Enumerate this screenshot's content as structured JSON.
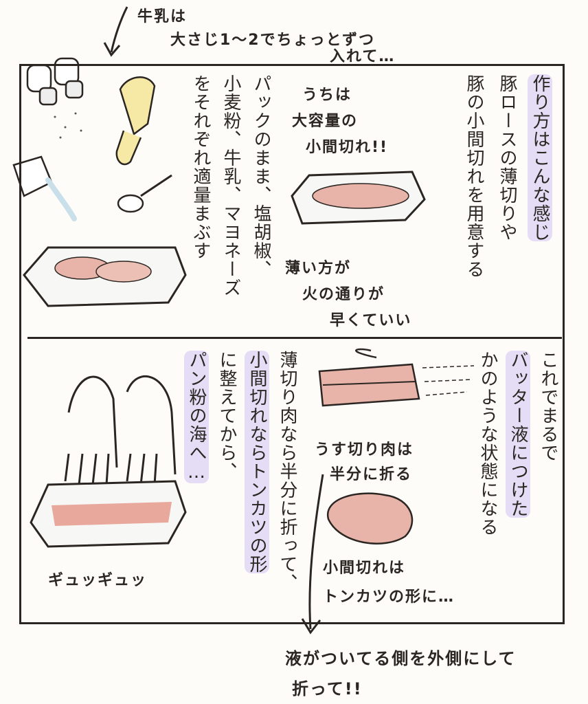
{
  "top_note": {
    "line1": "牛乳は",
    "line2": "大さじ1〜2でちょっとずつ",
    "line3": "入れて…"
  },
  "panel1": {
    "heading": "作り方はこんな感じ",
    "body_line1": "豚ロースの薄切りや",
    "body_line2": "豚の小間切れを用意する",
    "note_bulk_line1": "うちは",
    "note_bulk_line2": "大容量の",
    "note_bulk_line3": "小間切れ!!",
    "note_thin_line1": "薄い方が",
    "note_thin_line2": "火の通りが",
    "note_thin_line3": "早くていい"
  },
  "panel2": {
    "line1": "パックのまま、塩胡椒、",
    "line2": "小麦粉、牛乳、マヨネーズ",
    "line3": "をそれぞれ適量まぶす"
  },
  "panel3": {
    "line1": "これでまるで",
    "line2": "バッター液につけた",
    "line3": "かのような状態になる",
    "note_fold_line1": "うす切り肉は",
    "note_fold_line2": "半分に折る",
    "note_shape_line1": "小間切れは",
    "note_shape_line2": "トンカツの形に…"
  },
  "panel4": {
    "line1": "薄切り肉なら半分に折って、",
    "line2": "小間切れならトンカツの形",
    "line3": "に整えてから、",
    "line4": "パン粉の海へ…",
    "sfx": "ギュッギュッ"
  },
  "bottom_note": {
    "line1": "液がついてる側を外側にして",
    "line2": "折って!!"
  },
  "colors": {
    "highlight": "#e5dcf5",
    "meat": "#e8b3a8",
    "ink": "#2b2622",
    "mayo": "#f6e9a6"
  }
}
